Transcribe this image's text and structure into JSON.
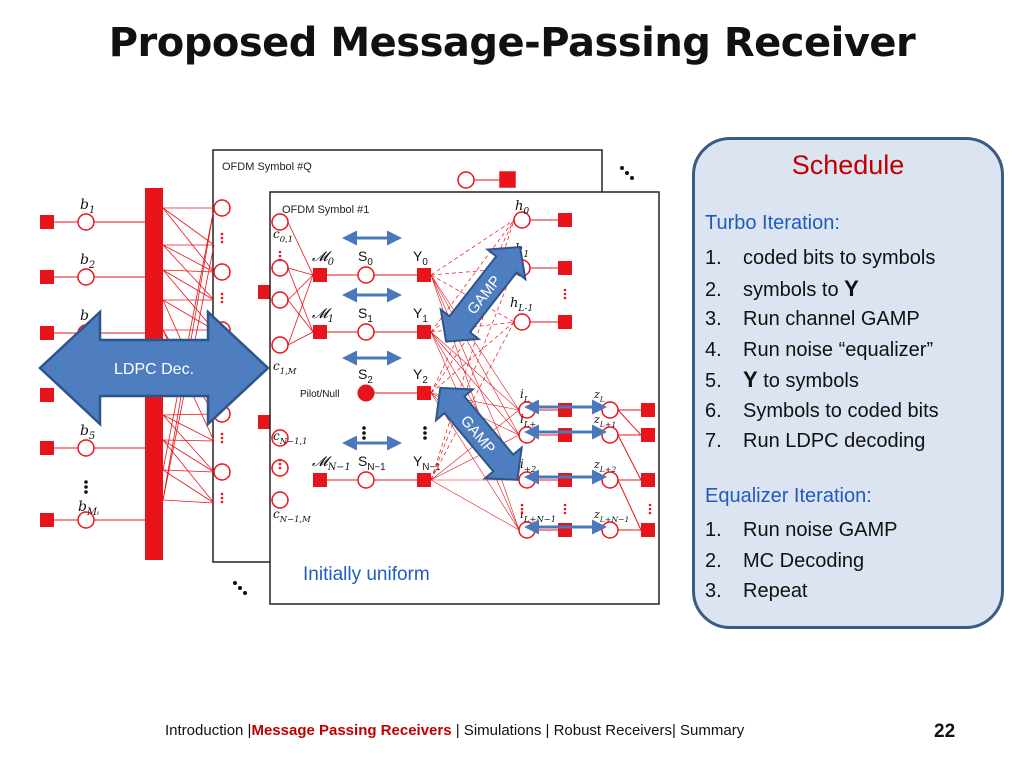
{
  "slide": {
    "title": "Proposed Message-Passing Receiver",
    "page_number": "22"
  },
  "diagram": {
    "back_panel_label": "OFDM Symbol #Q",
    "front_panel_label": "OFDM Symbol #1",
    "ldpc_label": "LDPC Dec.",
    "gamp_label": "GAMP",
    "pilot_label": "Pilot/Null",
    "initial_note": "Initially uniform",
    "bit_labels": [
      "b",
      "b",
      "b",
      "b",
      "b"
    ],
    "bit_subs": [
      "1",
      "2",
      "",
      "5",
      "Mᵢ"
    ],
    "code_labels": [
      "c",
      "c",
      "c",
      "c"
    ],
    "code_subs": [
      "0,1",
      "1,M",
      "N−1,1",
      "N−1,M"
    ],
    "m_labels": [
      "𝓜",
      "𝓜",
      "𝓜"
    ],
    "m_subs": [
      "0",
      "1",
      "N−1"
    ],
    "s_labels": [
      "S",
      "S",
      "S",
      "S"
    ],
    "s_subs": [
      "0",
      "1",
      "2",
      "N−1"
    ],
    "y_labels": [
      "Y",
      "Y",
      "Y",
      "Y"
    ],
    "y_subs": [
      "0",
      "1",
      "2",
      "N−1"
    ],
    "h_labels": [
      "h",
      "h",
      "h"
    ],
    "h_subs": [
      "0",
      "1",
      "L-1"
    ],
    "i_labels": [
      "i",
      "i",
      "i",
      "i"
    ],
    "i_subs": [
      "L",
      "L+",
      "+2",
      "L+N−1"
    ],
    "z_labels": [
      "z",
      "z",
      "z",
      "z"
    ],
    "z_subs": [
      "L",
      "L+1",
      "L+2",
      "L+N−1"
    ]
  },
  "schedule": {
    "title": "Schedule",
    "turbo_heading": "Turbo Iteration:",
    "turbo_steps": [
      {
        "num": "1.",
        "text": "coded bits to symbols"
      },
      {
        "num": "2.",
        "text": "symbols to ",
        "bold": "Y"
      },
      {
        "num": "3.",
        "text": "Run channel GAMP"
      },
      {
        "num": "4.",
        "text": "Run noise “equalizer”"
      },
      {
        "num": "5.",
        "bold_lead": "Y",
        "text": " to symbols"
      },
      {
        "num": "6.",
        "text": "Symbols to coded bits"
      },
      {
        "num": "7.",
        "text": "Run LDPC decoding"
      }
    ],
    "equalizer_heading": "Equalizer Iteration:",
    "equalizer_steps": [
      {
        "num": "1.",
        "text": "Run noise GAMP"
      },
      {
        "num": "2.",
        "text": "MC Decoding"
      },
      {
        "num": "3.",
        "text": "Repeat"
      }
    ]
  },
  "footer": {
    "intro": "Introduction |",
    "current": "Message Passing Receivers",
    "rest": " | Simulations | Robust Receivers| Summary"
  },
  "colors": {
    "node_red": "#e8141c",
    "edge_red": "#e8141c",
    "arrow_blue": "#4a78bd",
    "schedule_fill": "#dbe4f0",
    "schedule_border": "#3b5a82",
    "accent_red": "#c00000",
    "heading_blue": "#1f5bbf"
  }
}
